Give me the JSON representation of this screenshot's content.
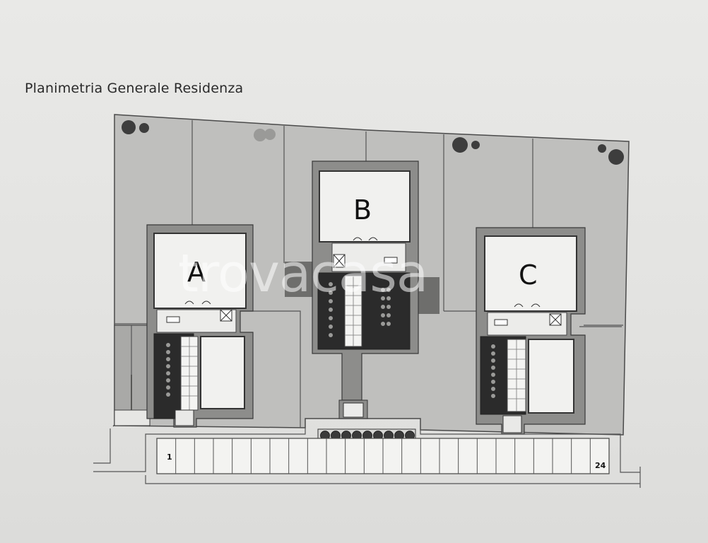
{
  "title": "Planimetria Generale Residenza",
  "watermark": "trovacasa",
  "buildings": [
    {
      "id": "A",
      "label": "A"
    },
    {
      "id": "B",
      "label": "B"
    },
    {
      "id": "C",
      "label": "C"
    }
  ],
  "parking": {
    "first_label": "1",
    "last_label": "24"
  },
  "colors": {
    "paper": "#e6e6e4",
    "lawn": "#bdbdbb",
    "wall": "#8a8a88",
    "interior": "#f1f1ef",
    "garage": "#2b2b2b",
    "line": "#3a3a3a"
  }
}
